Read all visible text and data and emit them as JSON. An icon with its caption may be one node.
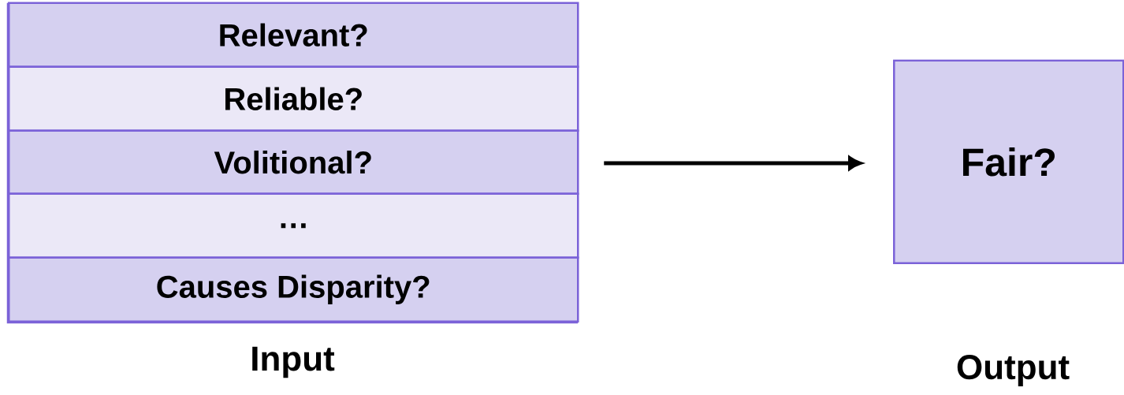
{
  "diagram": {
    "nodes": [
      {
        "text": [
          "Input"
        ]
      },
      {
        "text": [
          "Relevant?"
        ],
        "in": 0
      },
      {
        "text": [
          "Reliable?"
        ],
        "in": 0
      },
      {
        "text": [
          "Volitional?"
        ],
        "in": 0
      },
      {
        "text": [
          "…"
        ],
        "in": 0
      },
      {
        "text": [
          "Causes Disparity?"
        ],
        "in": 0
      },
      {
        "text": [
          "Fair?"
        ],
        "beside": [
          "Output"
        ]
      }
    ],
    "edges": [
      {
        "from": 0,
        "to": 6,
        "arrow": "to"
      }
    ]
  }
}
